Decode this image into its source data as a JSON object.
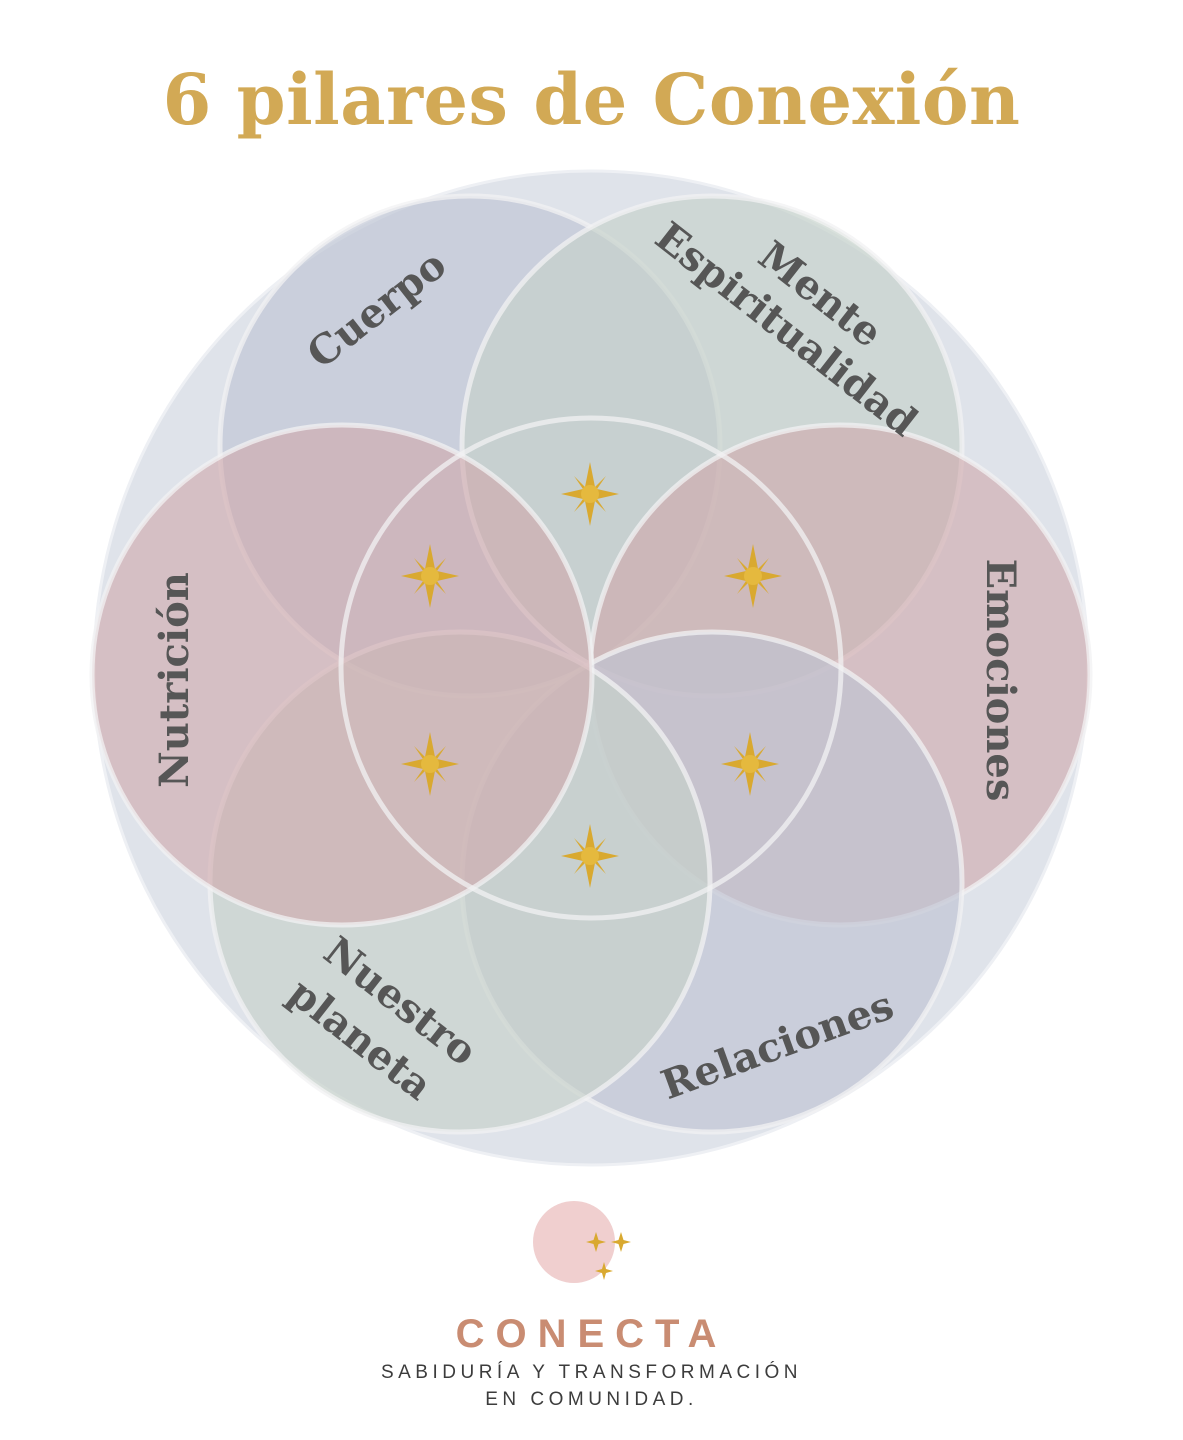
{
  "title": "6 pilares de Conexión",
  "pillars": {
    "cuerpo": "Cuerpo",
    "mente": "Mente",
    "espiritualidad": "Espiritualidad",
    "emociones": "Emociones",
    "relaciones": "Relaciones",
    "nuestro": "Nuestro",
    "planeta": "planeta",
    "nutricion": "Nutrición"
  },
  "logo": {
    "icon": "crescent-moon-with-stars",
    "name": "CONECTA",
    "tagline_line1": "SABIDURÍA Y TRANSFORMACIÓN",
    "tagline_line2": "EN COMUNIDAD."
  },
  "colors": {
    "title": "#d2a955",
    "outer_circle": "#dfe3ea",
    "cuerpo": "#c5cbd8",
    "mente_espiritualidad": "#c9d4cd",
    "emociones": "#d5b5b7",
    "relaciones": "#c5cad8",
    "nuestro_planeta": "#ccd6cf",
    "nutricion": "#d5b7ba",
    "label": "#565656",
    "star": "#d9a930",
    "brand": "#c98c72"
  }
}
